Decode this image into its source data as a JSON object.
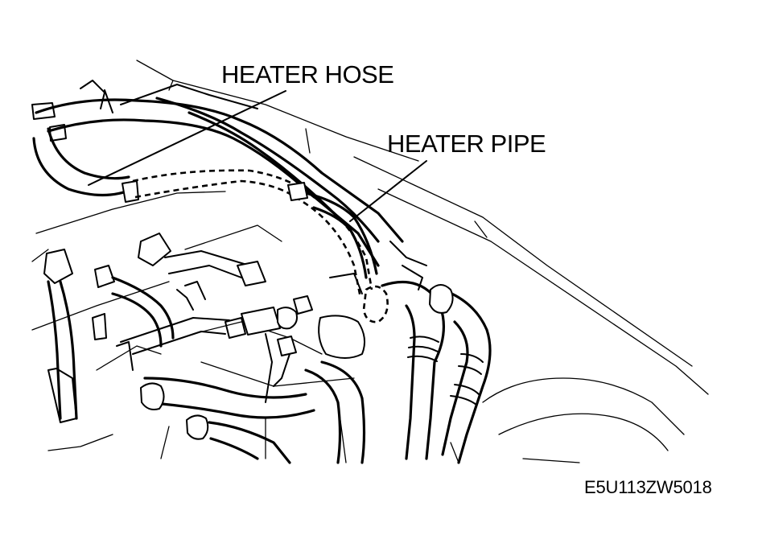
{
  "figure": {
    "callouts": {
      "heater_hose": "HEATER HOSE",
      "heater_pipe": "HEATER PIPE"
    },
    "reference_code": "E5U113ZW5018",
    "colors": {
      "line": "#000000",
      "background": "#ffffff"
    }
  }
}
